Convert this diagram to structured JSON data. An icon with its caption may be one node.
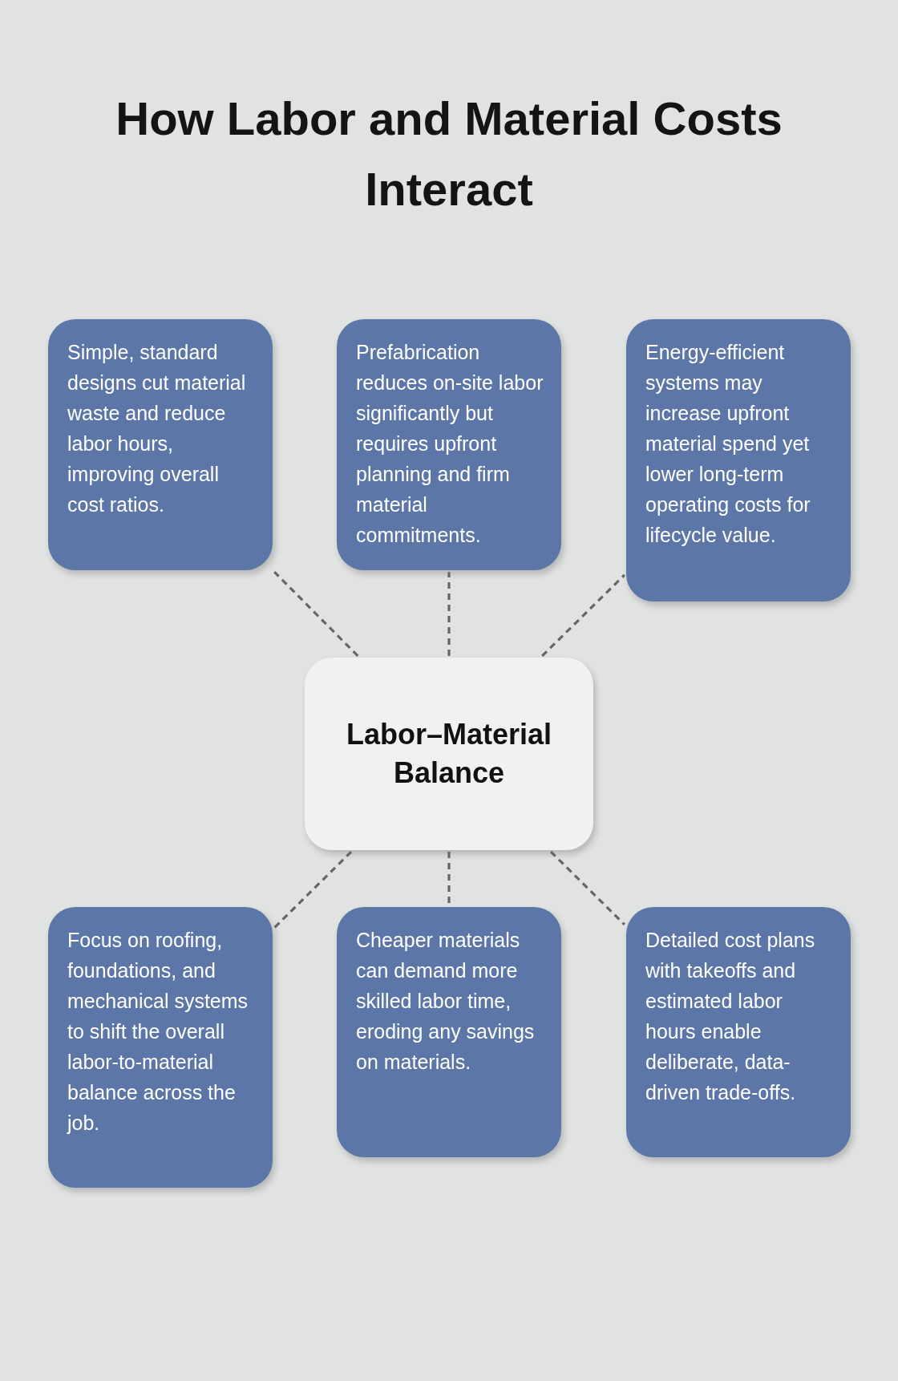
{
  "diagram": {
    "title": "How Labor and Material Costs Interact",
    "nodes": [
      {
        "text": [
          "Simple, standard designs cut material waste and reduce labor hours, improving overall cost ratios."
        ]
      },
      {
        "text": [
          "Prefabrication reduces on-site labor significantly but requires upfront planning and firm material commitments."
        ]
      },
      {
        "text": [
          "Energy-efficient systems may increase upfront material spend yet lower long-term operating costs for lifecycle value."
        ]
      },
      {
        "text": [
          "Labor–Material Balance"
        ]
      },
      {
        "text": [
          "Focus on roofing, foundations, and mechanical systems to shift the overall labor-to-material balance across the job."
        ]
      },
      {
        "text": [
          "Cheaper materials can demand more skilled labor time, eroding any savings on materials."
        ]
      },
      {
        "text": [
          "Detailed cost plans with takeoffs and estimated labor hours enable deliberate, data-driven trade-offs."
        ]
      }
    ],
    "edges": [
      {
        "from": 3,
        "to": 0,
        "arrow": "none",
        "style": "dashed"
      },
      {
        "from": 3,
        "to": 1,
        "arrow": "none",
        "style": "dashed"
      },
      {
        "from": 3,
        "to": 2,
        "arrow": "none",
        "style": "dashed"
      },
      {
        "from": 3,
        "to": 4,
        "arrow": "none",
        "style": "dashed"
      },
      {
        "from": 3,
        "to": 5,
        "arrow": "none",
        "style": "dashed"
      },
      {
        "from": 3,
        "to": 6,
        "arrow": "none",
        "style": "dashed"
      }
    ]
  }
}
